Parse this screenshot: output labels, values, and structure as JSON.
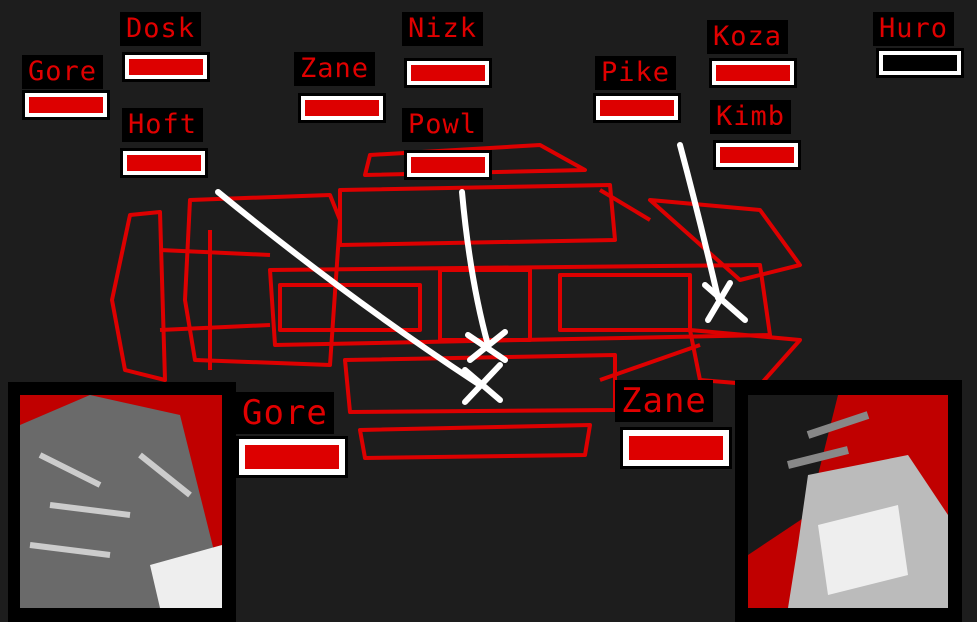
{
  "enemies": [
    {
      "name": "Dosk",
      "hp": 1.0
    },
    {
      "name": "Gore",
      "hp": 1.0
    },
    {
      "name": "Hoft",
      "hp": 1.0
    },
    {
      "name": "Zane",
      "hp": 1.0
    },
    {
      "name": "Nizk",
      "hp": 1.0
    },
    {
      "name": "Powl",
      "hp": 1.0
    },
    {
      "name": "Pike",
      "hp": 1.0
    },
    {
      "name": "Koza",
      "hp": 1.0
    },
    {
      "name": "Kimb",
      "hp": 1.0
    },
    {
      "name": "Huro",
      "hp": 0.0
    }
  ],
  "player_left": {
    "name": "Gore",
    "hp": 1.0
  },
  "player_right": {
    "name": "Zane",
    "hp": 1.0
  },
  "colors": {
    "accent": "#dd0000",
    "background": "#1d1d1d"
  }
}
